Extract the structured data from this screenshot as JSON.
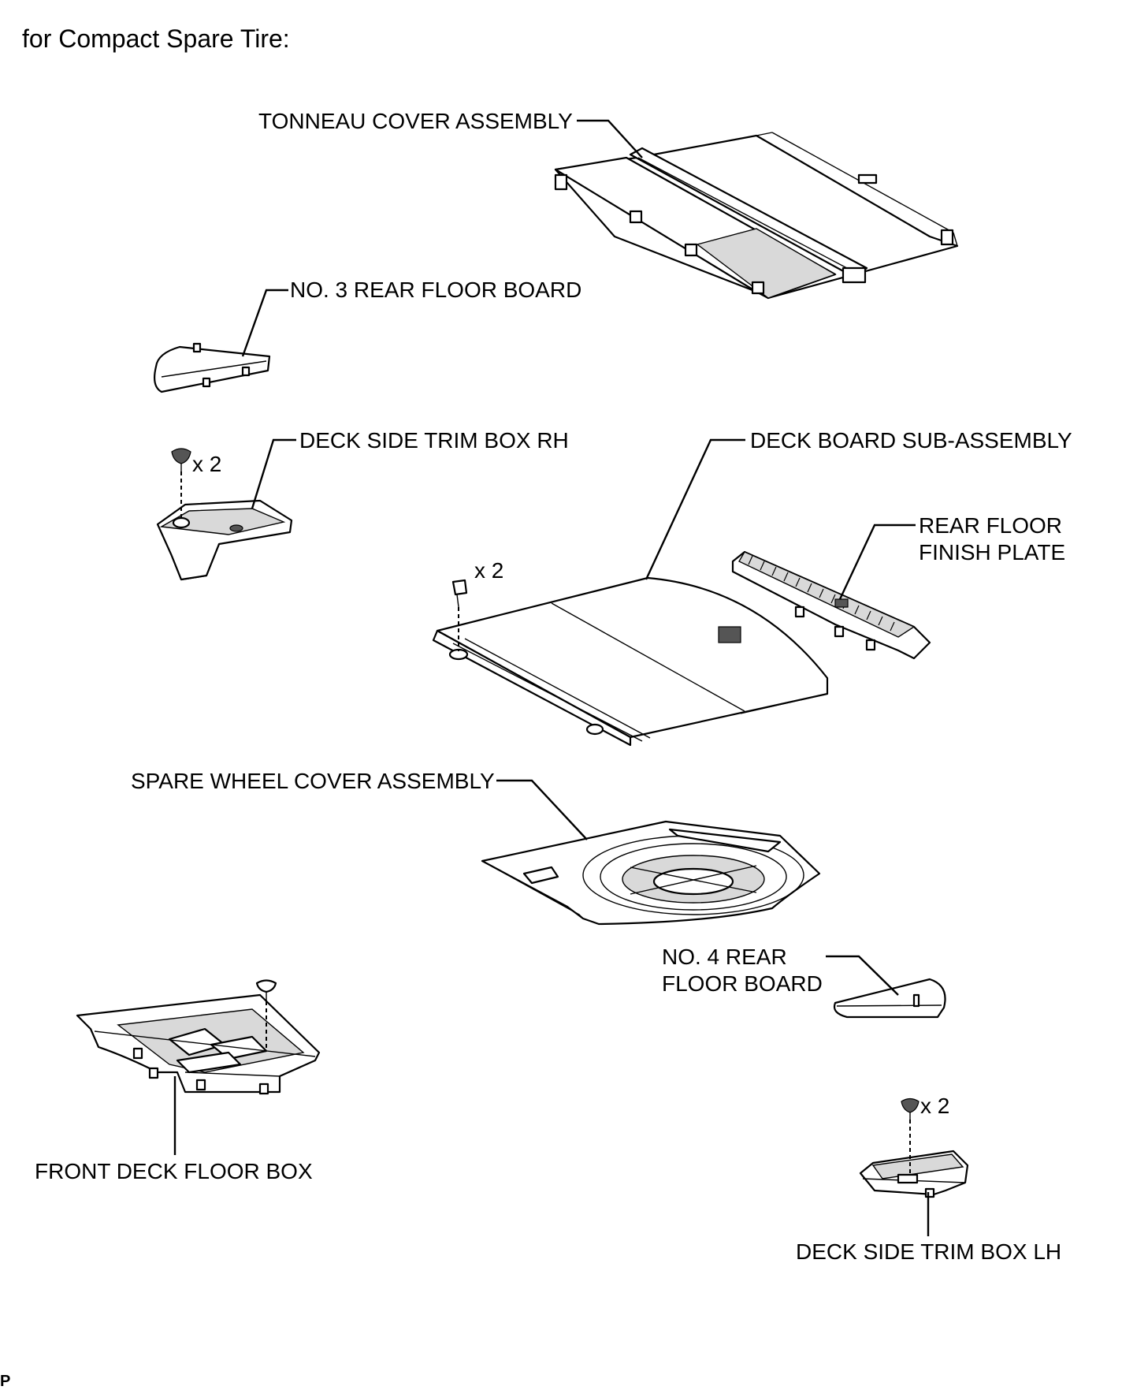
{
  "header": "for Compact Spare Tire:",
  "footer_code": "P",
  "labels": {
    "tonneau_cover": "TONNEAU COVER ASSEMBLY",
    "no3_rear_floor_board": "NO. 3 REAR FLOOR BOARD",
    "deck_side_trim_box_rh": "DECK SIDE TRIM BOX RH",
    "deck_board": "DECK BOARD SUB-ASSEMBLY",
    "rear_floor_finish_plate_1": "REAR FLOOR",
    "rear_floor_finish_plate_2": "FINISH PLATE",
    "spare_wheel_cover": "SPARE WHEEL COVER ASSEMBLY",
    "no4_rear_floor_board_1": "NO. 4 REAR",
    "no4_rear_floor_board_2": "FLOOR BOARD",
    "front_deck_floor_box": "FRONT DECK FLOOR BOX",
    "deck_side_trim_box_lh": "DECK SIDE TRIM BOX LH"
  },
  "quantities": {
    "rh_clip": "x 2",
    "deck_board_bolt": "x 2",
    "lh_clip": "x 2"
  }
}
